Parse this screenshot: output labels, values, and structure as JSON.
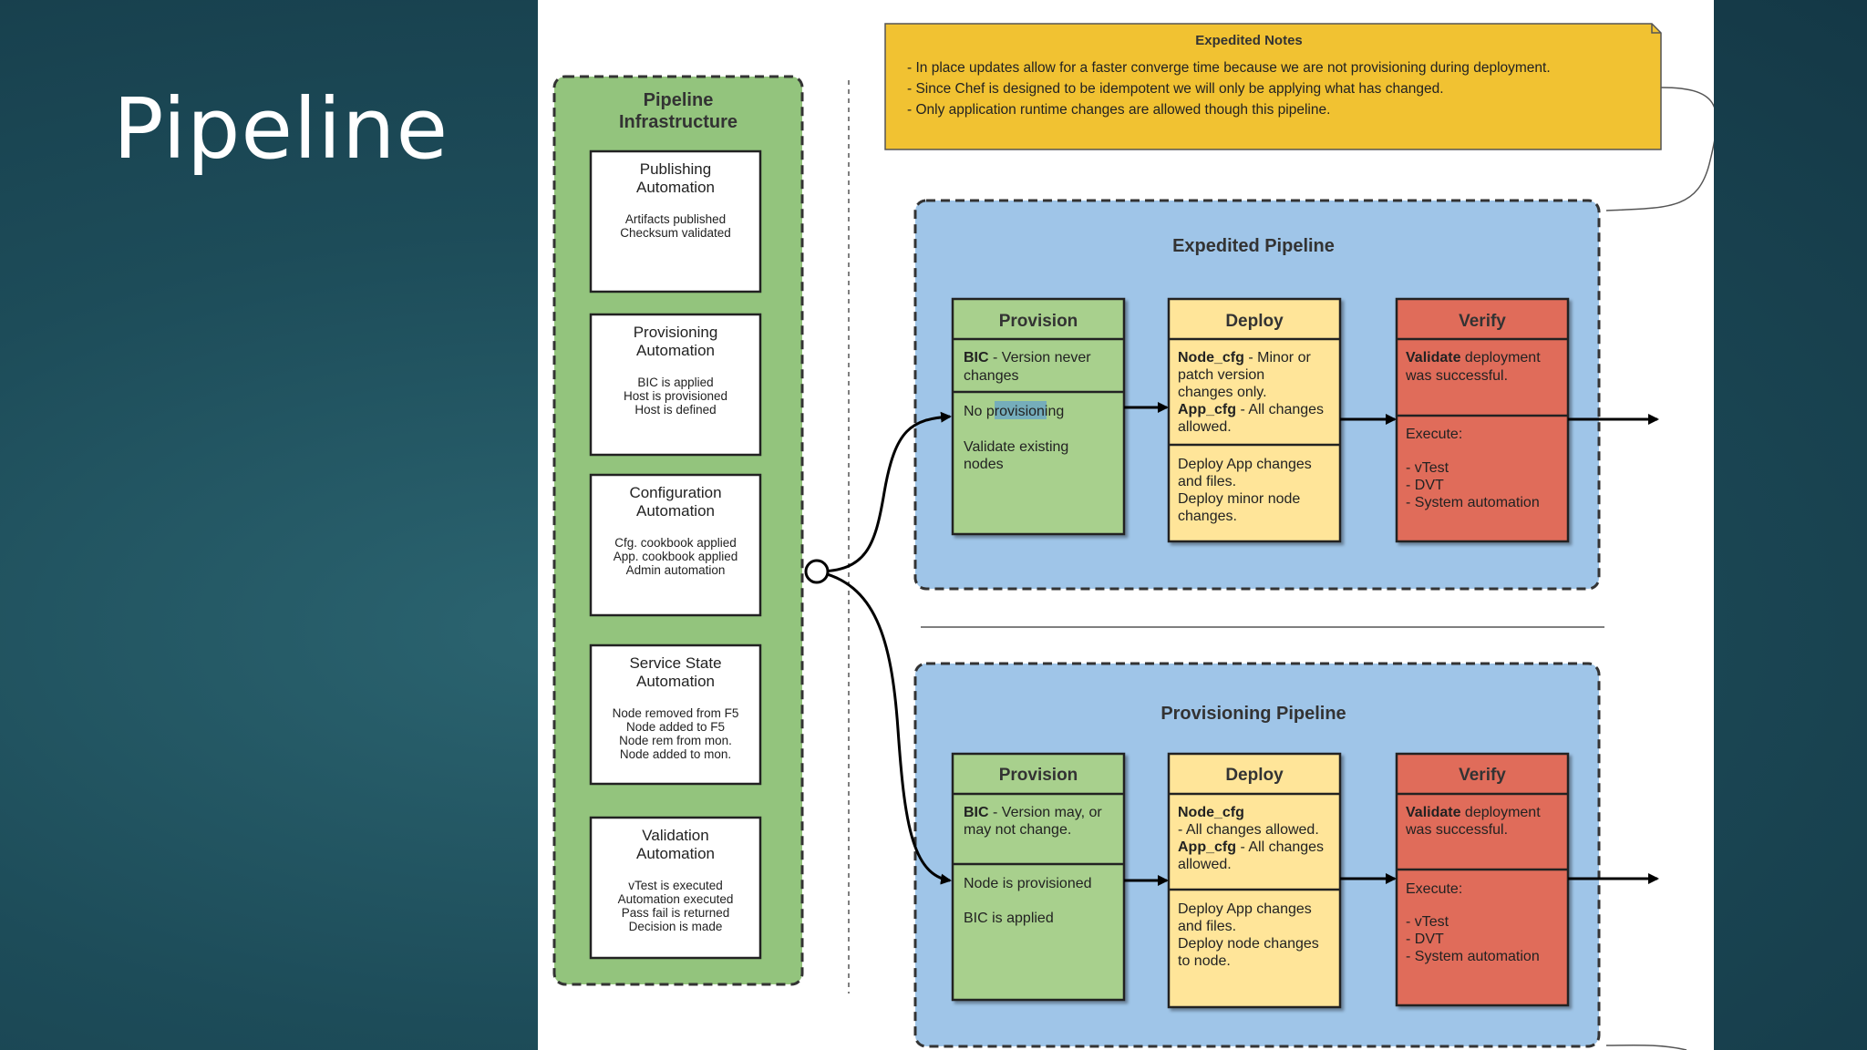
{
  "slide": {
    "title": "Pipeline"
  },
  "infra": {
    "title_lines": [
      "Pipeline",
      "Infrastructure"
    ],
    "cards": [
      {
        "title_lines": [
          "Publishing",
          "Automation"
        ],
        "body_lines": [
          "Artifacts published",
          "Checksum validated"
        ]
      },
      {
        "title_lines": [
          "Provisioning",
          "Automation"
        ],
        "body_lines": [
          "BIC is applied",
          "Host is provisioned",
          "Host is defined"
        ]
      },
      {
        "title_lines": [
          "Configuration",
          "Automation"
        ],
        "body_lines": [
          "Cfg. cookbook applied",
          "App. cookbook applied",
          "Admin automation"
        ]
      },
      {
        "title_lines": [
          "Service State",
          "Automation"
        ],
        "body_lines": [
          "Node removed from F5",
          "Node added to F5",
          "Node rem from mon.",
          "Node added to mon."
        ]
      },
      {
        "title_lines": [
          "Validation",
          "Automation"
        ],
        "body_lines": [
          "vTest is executed",
          "Automation executed",
          "Pass fail is returned",
          "Decision is made"
        ]
      }
    ]
  },
  "notes": {
    "title": "Expedited Notes",
    "lines": [
      "- In place updates allow for a faster converge time because we are not provisioning during deployment.",
      "- Since Chef is designed to be idempotent we will only be applying what has changed.",
      "- Only application runtime changes are allowed though this pipeline."
    ]
  },
  "expedited": {
    "title": "Expedited Pipeline",
    "provision": {
      "header": "Provision",
      "top": {
        "bold": "BIC",
        "rest": " - Version never",
        "line2": "changes"
      },
      "bottom": {
        "pre": "No pr",
        "highlight": "ovisioni",
        "post": "ng",
        "lines": [
          "Validate existing",
          "nodes"
        ]
      }
    },
    "deploy": {
      "header": "Deploy",
      "top": {
        "line1_bold": "Node_cfg",
        "line1_rest": " - Minor or",
        "lines_a": [
          "patch version",
          "changes only."
        ],
        "line4_bold": "App_cfg",
        "line4_rest": " - All changes",
        "line5": "allowed."
      },
      "bottom": [
        "Deploy App changes",
        "and files.",
        "Deploy minor node",
        "changes."
      ]
    },
    "verify": {
      "header": "Verify",
      "top": {
        "bold": "Validate",
        "rest": " deployment",
        "line2": " was successful."
      },
      "bottom": [
        "Execute:",
        "",
        "- vTest",
        "- DVT",
        "- System automation"
      ]
    }
  },
  "provisioning": {
    "title": "Provisioning Pipeline",
    "provision": {
      "header": "Provision",
      "top": {
        "bold": "BIC",
        "rest": " - Version may, or",
        "line2": "may not change."
      },
      "bottom": [
        "Node is provisioned",
        "",
        "BIC is applied"
      ]
    },
    "deploy": {
      "header": "Deploy",
      "top": {
        "line1_bold": "Node_cfg",
        "line2": "- All changes allowed.",
        "line3_bold": "App_cfg",
        "line3_rest": " - All changes",
        "line4": "allowed."
      },
      "bottom": [
        "Deploy App changes",
        "and files.",
        "Deploy node changes",
        "to node."
      ]
    },
    "verify": {
      "header": "Verify",
      "top": {
        "bold": "Validate",
        "rest": " deployment",
        "line2": " was successful."
      },
      "bottom": [
        "Execute:",
        "",
        "- vTest",
        "- DVT",
        "- System automation"
      ]
    }
  },
  "colors": {
    "infra_green": "#93c47d",
    "provision_green": "#a8d08d",
    "deploy_yellow": "#ffe599",
    "verify_red": "#e06c5a",
    "pipeline_blue": "#9fc5e8",
    "notes_yellow": "#f1c232"
  }
}
